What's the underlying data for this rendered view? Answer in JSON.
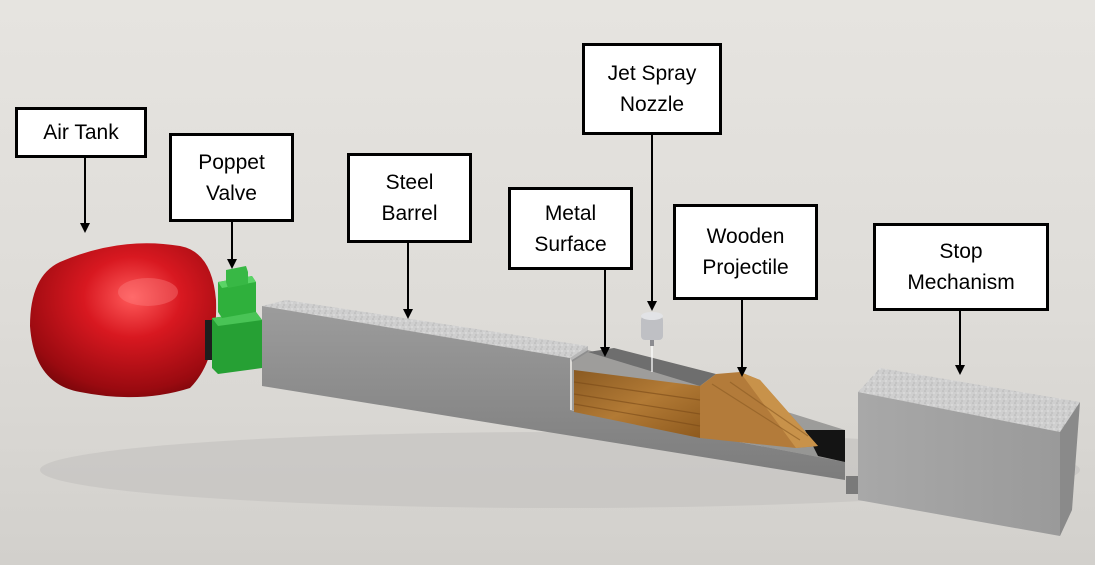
{
  "diagram": {
    "labels": {
      "air_tank": [
        "Air Tank"
      ],
      "poppet_valve": [
        "Poppet",
        "Valve"
      ],
      "steel_barrel": [
        "Steel",
        "Barrel"
      ],
      "metal_surface": [
        "Metal",
        "Surface"
      ],
      "jet_spray_nozzle": [
        "Jet Spray",
        "Nozzle"
      ],
      "wooden_projectile": [
        "Wooden",
        "Projectile"
      ],
      "stop_mechanism": [
        "Stop",
        "Mechanism"
      ]
    },
    "colors": {
      "tank_red": "#c8141c",
      "valve_green": "#2fa83a",
      "steel_gray": "#8f8f8f",
      "wood_brown": "#a8742f",
      "arrow_black": "#000000"
    }
  }
}
